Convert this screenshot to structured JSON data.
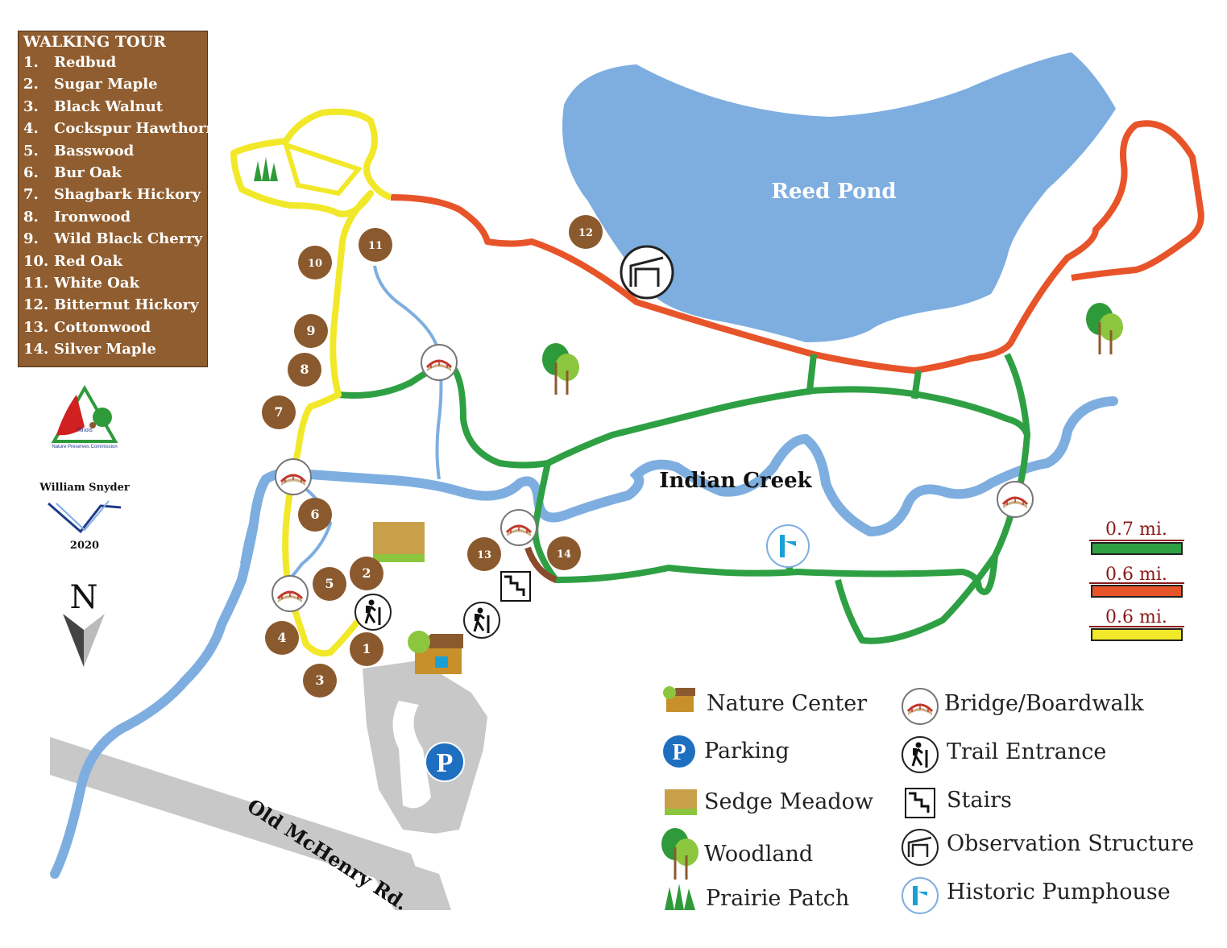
{
  "walking_tour": {
    "title": "WALKING TOUR",
    "stops": [
      {
        "num": "1.",
        "name": "Redbud"
      },
      {
        "num": "2.",
        "name": "Sugar Maple"
      },
      {
        "num": "3.",
        "name": "Black Walnut"
      },
      {
        "num": "4.",
        "name": "Cockspur Hawthorn"
      },
      {
        "num": "5.",
        "name": "Basswood"
      },
      {
        "num": "6.",
        "name": "Bur Oak"
      },
      {
        "num": "7.",
        "name": "Shagbark Hickory"
      },
      {
        "num": "8.",
        "name": "Ironwood"
      },
      {
        "num": "9.",
        "name": "Wild Black Cherry"
      },
      {
        "num": "10.",
        "name": "Red Oak"
      },
      {
        "num": "11.",
        "name": "White Oak"
      },
      {
        "num": "12.",
        "name": "Bitternut Hickory"
      },
      {
        "num": "13.",
        "name": "Cottonwood"
      },
      {
        "num": "14.",
        "name": "Silver Maple"
      }
    ]
  },
  "labels": {
    "pond": "Reed Pond",
    "creek": "Indian Creek",
    "road": "Old McHenry Rd.",
    "north": "N",
    "credit_name": "William Snyder",
    "credit_year": "2020",
    "commission_state": "Illinois",
    "commission_name": "Nature Preserves Commission",
    "parking_letter": "P"
  },
  "markers": [
    "1",
    "2",
    "3",
    "4",
    "5",
    "6",
    "7",
    "8",
    "9",
    "10",
    "11",
    "12",
    "13",
    "14"
  ],
  "scale": [
    {
      "label": "0.7 mi.",
      "color": "#2ea043"
    },
    {
      "label": "0.6 mi.",
      "color": "#e8542a"
    },
    {
      "label": "0.6 mi.",
      "color": "#f2e82a"
    }
  ],
  "legend": {
    "left": [
      {
        "label": "Nature Center",
        "icon": "nature-center-icon"
      },
      {
        "label": "Parking",
        "icon": "parking-icon"
      },
      {
        "label": "Sedge Meadow",
        "icon": "sedge-meadow-icon"
      },
      {
        "label": "Woodland",
        "icon": "woodland-icon"
      },
      {
        "label": "Prairie Patch",
        "icon": "prairie-patch-icon"
      }
    ],
    "right": [
      {
        "label": "Bridge/Boardwalk",
        "icon": "bridge-icon"
      },
      {
        "label": "Trail Entrance",
        "icon": "hiker-icon"
      },
      {
        "label": "Stairs",
        "icon": "stairs-icon"
      },
      {
        "label": "Observation Structure",
        "icon": "observation-icon"
      },
      {
        "label": "Historic Pumphouse",
        "icon": "pumphouse-icon"
      }
    ]
  },
  "colors": {
    "water": "#7eaee0",
    "green_trail": "#2ea043",
    "orange_trail": "#e8542a",
    "yellow_trail": "#f2e82a",
    "marker": "#8a5a2e",
    "road": "#c8c8c8",
    "panel": "#8f5d2f"
  }
}
